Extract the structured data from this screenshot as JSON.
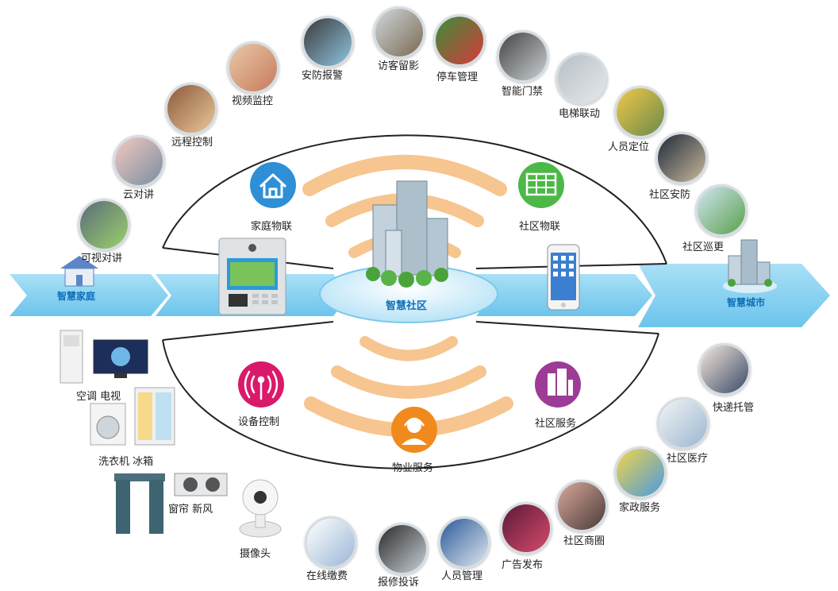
{
  "arrows": {
    "home": "智慧家庭",
    "community": "智慧社区",
    "city": "智慧城市"
  },
  "hubs": {
    "home_iot": "家庭物联",
    "community_iot": "社区物联",
    "device_control": "设备控制",
    "community_service": "社区服务",
    "property_service": "物业服务"
  },
  "top_services": [
    {
      "label": "可视对讲",
      "icon": "video-intercom-icon"
    },
    {
      "label": "云对讲",
      "icon": "cloud-intercom-icon"
    },
    {
      "label": "远程控制",
      "icon": "remote-control-icon"
    },
    {
      "label": "视频监控",
      "icon": "video-surveillance-icon"
    },
    {
      "label": "安防报警",
      "icon": "security-alarm-icon"
    },
    {
      "label": "访客留影",
      "icon": "visitor-photo-icon"
    },
    {
      "label": "停车管理",
      "icon": "parking-icon"
    },
    {
      "label": "智能门禁",
      "icon": "access-control-icon"
    },
    {
      "label": "电梯联动",
      "icon": "elevator-icon"
    },
    {
      "label": "人员定位",
      "icon": "person-locate-icon"
    },
    {
      "label": "社区安防",
      "icon": "community-security-icon"
    },
    {
      "label": "社区巡更",
      "icon": "patrol-icon"
    }
  ],
  "bottom_services": [
    {
      "label": "快递托管",
      "icon": "courier-icon"
    },
    {
      "label": "社区医疗",
      "icon": "medical-icon"
    },
    {
      "label": "家政服务",
      "icon": "housekeeping-icon"
    },
    {
      "label": "社区商圈",
      "icon": "shopping-icon"
    },
    {
      "label": "广告发布",
      "icon": "advertising-icon"
    },
    {
      "label": "人员管理",
      "icon": "staff-management-icon"
    },
    {
      "label": "报修投诉",
      "icon": "repair-complaint-icon"
    },
    {
      "label": "在线缴费",
      "icon": "online-payment-icon"
    }
  ],
  "devices": {
    "ac_tv": "空调 电视",
    "washer_fridge": "洗衣机 冰箱",
    "curtain_air": "窗帘 新风",
    "camera": "摄像头"
  },
  "colors": {
    "arrow": "#8fd3f0",
    "home_iot": "#2e8fd6",
    "community_iot": "#4cb848",
    "device_control": "#d91a6b",
    "community_service": "#9c3c96",
    "property_service": "#f08a1c",
    "wave": "#f7c58f"
  }
}
